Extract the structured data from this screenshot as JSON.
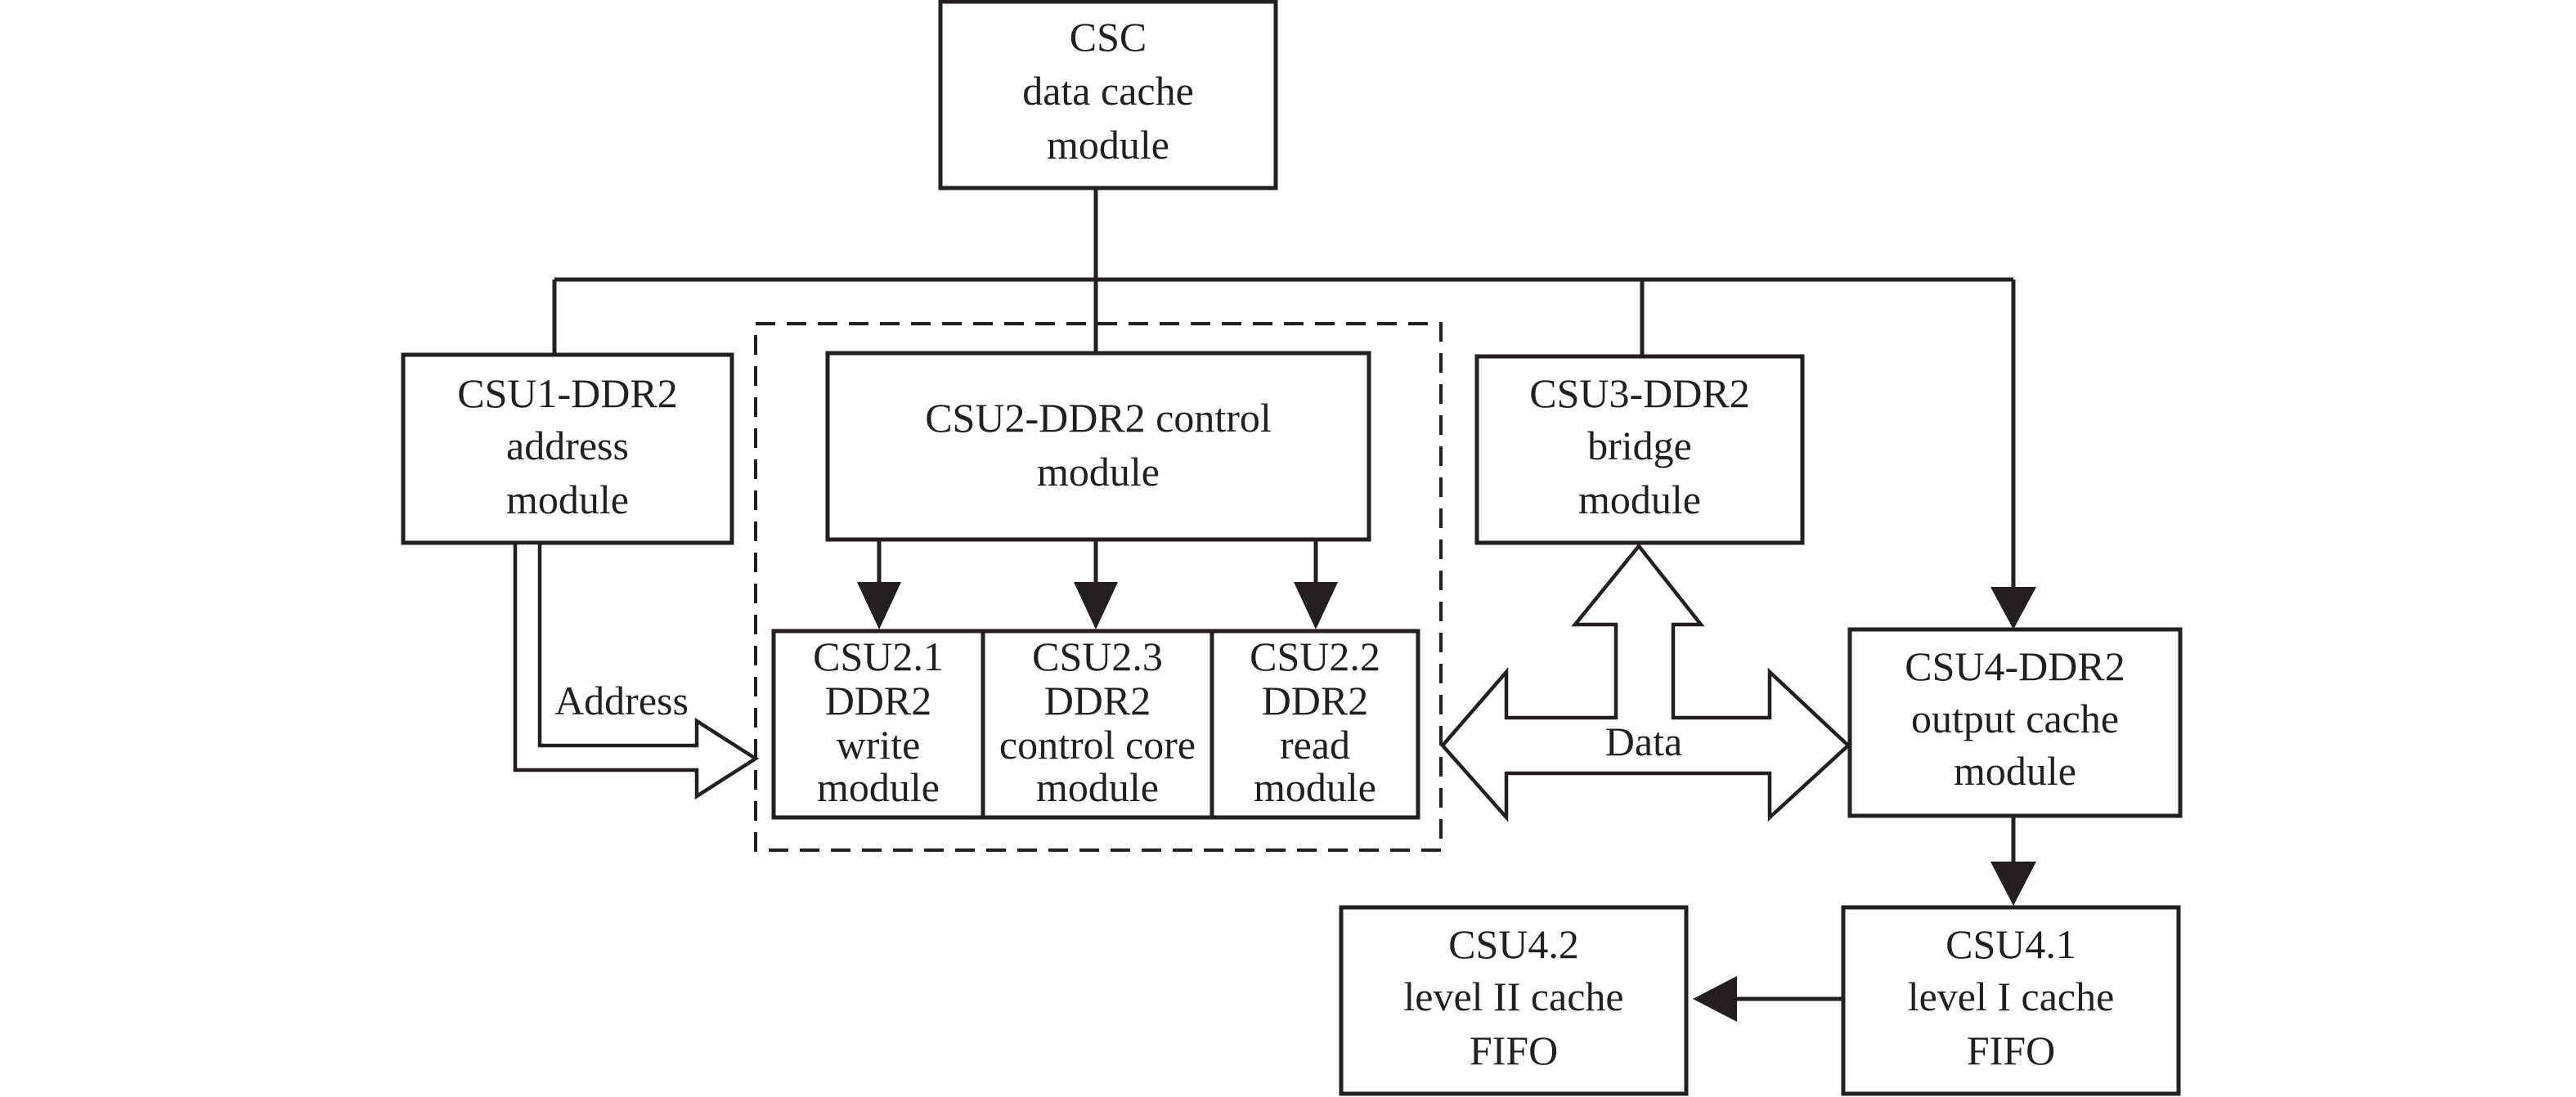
{
  "diagram": {
    "csc": {
      "line1": "CSC",
      "line2": "data cache",
      "line3": "module"
    },
    "csu1": {
      "line1": "CSU1-DDR2",
      "line2": "address",
      "line3": "module"
    },
    "csu2": {
      "line1": "CSU2-DDR2 control",
      "line2": "module"
    },
    "csu2_1": {
      "line1": "CSU2.1",
      "line2": "DDR2",
      "line3": "write",
      "line4": "module"
    },
    "csu2_3": {
      "line1": "CSU2.3",
      "line2": "DDR2",
      "line3": "control core",
      "line4": "module"
    },
    "csu2_2": {
      "line1": "CSU2.2",
      "line2": "DDR2",
      "line3": "read",
      "line4": "module"
    },
    "csu3": {
      "line1": "CSU3-DDR2",
      "line2": "bridge",
      "line3": "module"
    },
    "csu4": {
      "line1": "CSU4-DDR2",
      "line2": "output cache",
      "line3": "module"
    },
    "csu4_1": {
      "line1": "CSU4.1",
      "line2": "level I cache",
      "line3": "FIFO"
    },
    "csu4_2": {
      "line1": "CSU4.2",
      "line2": "level II cache",
      "line3": "FIFO"
    },
    "labels": {
      "address": "Address",
      "data": "Data"
    }
  }
}
